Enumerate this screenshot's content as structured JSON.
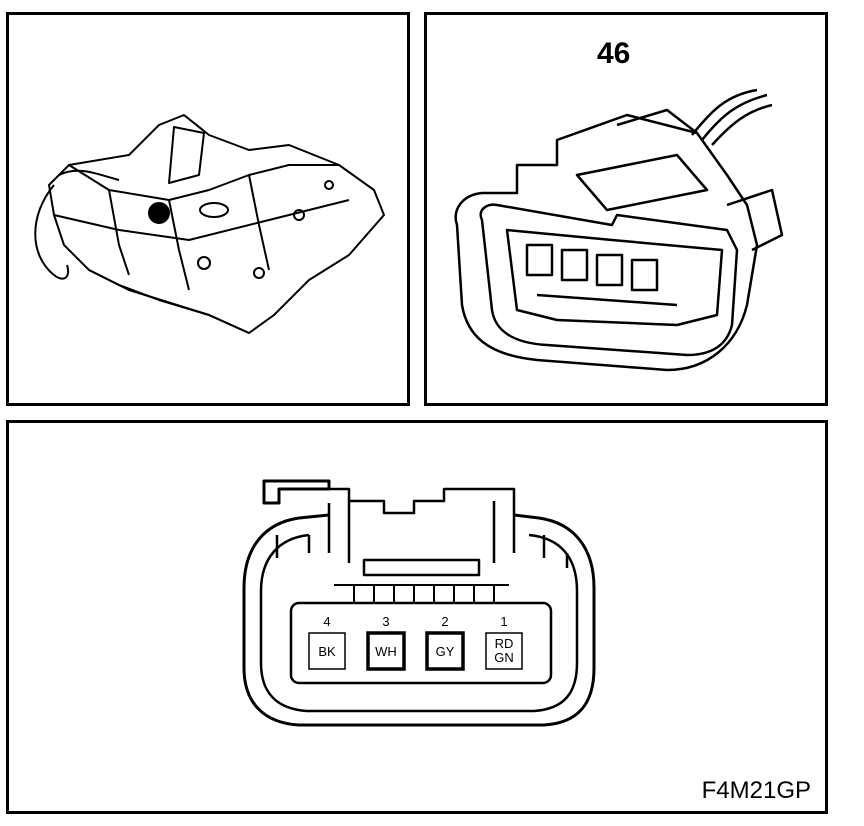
{
  "connector_number": "46",
  "figure_code": "F4M21GP",
  "pins": [
    {
      "number": "4",
      "color_line1": "BK",
      "color_line2": "",
      "bold": false
    },
    {
      "number": "3",
      "color_line1": "WH",
      "color_line2": "",
      "bold": true
    },
    {
      "number": "2",
      "color_line1": "GY",
      "color_line2": "",
      "bold": true
    },
    {
      "number": "1",
      "color_line1": "RD",
      "color_line2": "GN",
      "bold": false
    }
  ]
}
